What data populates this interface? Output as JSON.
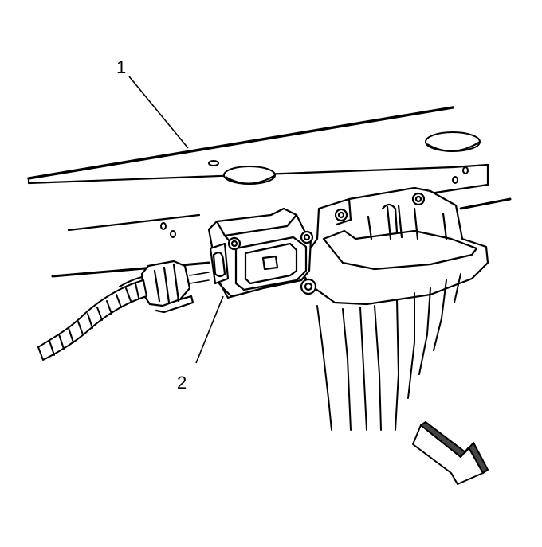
{
  "callouts": [
    {
      "id": "1",
      "label": "1"
    },
    {
      "id": "2",
      "label": "2"
    }
  ],
  "colors": {
    "line": "#000000",
    "background": "#ffffff",
    "shade": "#444444"
  },
  "icons": [
    "direction-arrow-icon"
  ]
}
